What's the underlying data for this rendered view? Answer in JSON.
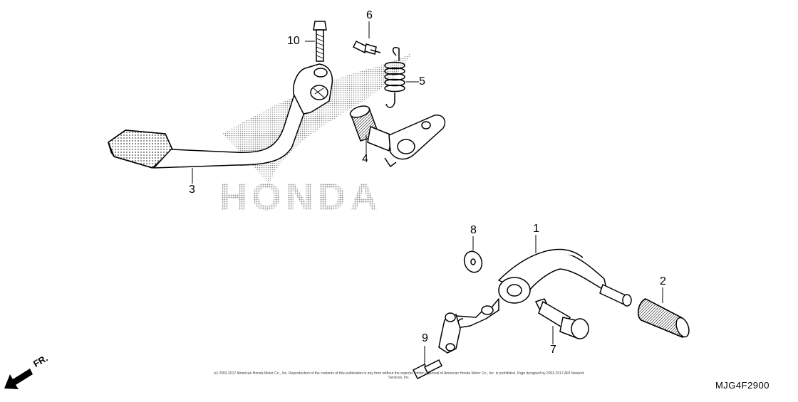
{
  "watermark": {
    "text": "HONDA"
  },
  "callouts": {
    "c1": "1",
    "c2": "2",
    "c3": "3",
    "c4": "4",
    "c5": "5",
    "c6": "6",
    "c7": "7",
    "c8": "8",
    "c9": "9",
    "c10": "10"
  },
  "direction_label": "FR.",
  "diagram_code": "MJG4F2900",
  "copyright": "(c) 2003-2017 American Honda Motor Co., Inc. Reproduction of the contents of this publication in any form without the express written approval of American Honda Motor Co., Inc. is prohibited. Page designed by 2003-2017 ARI Network Services, Inc."
}
